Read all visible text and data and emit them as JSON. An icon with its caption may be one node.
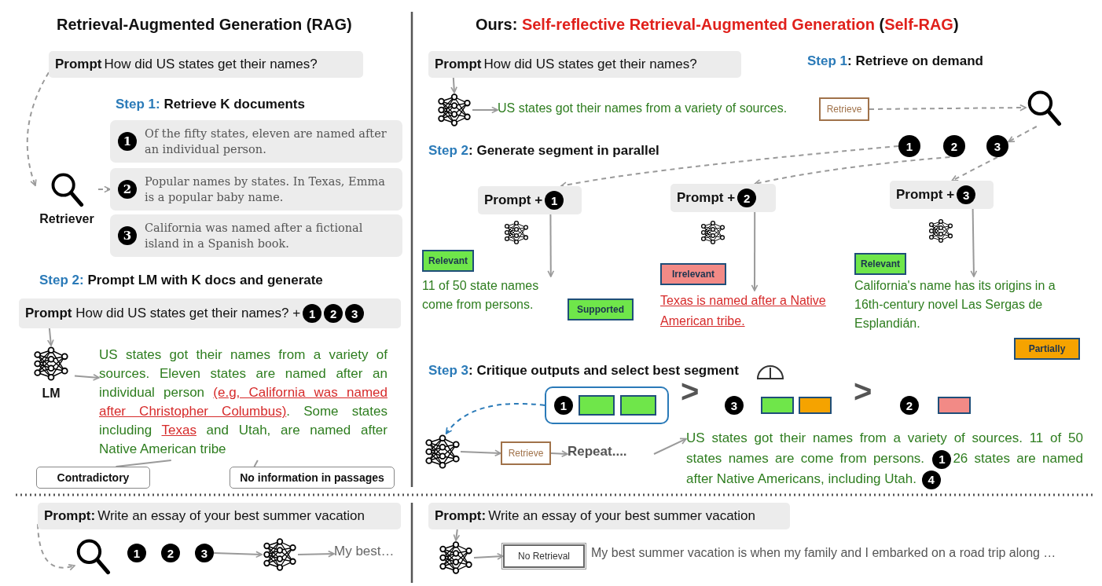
{
  "diagram": {
    "nodes": [
      {
        "text": [
          "**Prompt** How did US states get their names?"
        ]
      },
      {
        "text": [
          "Retriever"
        ]
      },
      {
        "text": [
          "Of the fifty states, eleven are named after an individual person."
        ]
      },
      {
        "text": [
          "1"
        ],
        "in": 2
      },
      {
        "text": [
          "Popular names by states. In Texas, Emma is a popular baby name."
        ]
      },
      {
        "text": [
          "2"
        ],
        "in": 4
      },
      {
        "text": [
          "California was named after a fictional island in a Spanish book."
        ]
      },
      {
        "text": [
          "3"
        ],
        "in": 6
      },
      {
        "text": [
          "**Prompt** How did US states get their names? +"
        ]
      },
      {
        "text": [
          "1"
        ],
        "in": 8
      },
      {
        "text": [
          "2"
        ],
        "in": 8
      },
      {
        "text": [
          "3"
        ],
        "in": 8
      },
      {
        "text": [
          "LM"
        ]
      },
      {
        "text": [
          "US states got their names from a variety of sources. Eleven states are named after an individual person *(e.g, California was named after Christopher Columbus)*. Some states including *Texas* and Utah, are named after Native American tribe"
        ]
      },
      {
        "text": [
          "Contradictory"
        ]
      },
      {
        "text": [
          "No information in passages"
        ]
      },
      {
        "text": [
          "**Prompt:** Write an essay of your best summer vacation"
        ]
      },
      {
        "text": [],
        "shape": "magnifier"
      },
      {
        "text": [
          "1"
        ]
      },
      {
        "text": [
          "2"
        ]
      },
      {
        "text": [
          "3"
        ]
      },
      {
        "text": [],
        "shape": "network"
      },
      {
        "text": [
          "My best…"
        ]
      },
      {
        "text": [
          "**Prompt** How did US states get their names?"
        ]
      },
      {
        "text": [],
        "shape": "network"
      },
      {
        "text": [
          "US states got their names from a variety of sources."
        ]
      },
      {
        "text": [
          "Retrieve"
        ]
      },
      {
        "text": [],
        "shape": "magnifier"
      },
      {
        "text": [
          "1"
        ]
      },
      {
        "text": [
          "2"
        ]
      },
      {
        "text": [
          "3"
        ]
      },
      {
        "text": [
          "Prompt +"
        ]
      },
      {
        "text": [
          "1"
        ],
        "in": 31
      },
      {
        "text": [
          "Prompt +"
        ]
      },
      {
        "text": [
          "2"
        ],
        "in": 33
      },
      {
        "text": [
          "Prompt +"
        ]
      },
      {
        "text": [
          "3"
        ],
        "in": 35
      },
      {
        "text": [],
        "shape": "network"
      },
      {
        "text": [],
        "shape": "network"
      },
      {
        "text": [],
        "shape": "network"
      },
      {
        "text": [
          "Relevant"
        ]
      },
      {
        "text": [
          "11 of 50 state names come from persons."
        ]
      },
      {
        "text": [
          "Supported"
        ]
      },
      {
        "text": [
          "Irrelevant"
        ]
      },
      {
        "text": [
          "Texas is named after a Native American tribe."
        ]
      },
      {
        "text": [
          "Relevant"
        ]
      },
      {
        "text": [
          "California's name has its origins in a 16th-century novel Las Sergas de Esplandián."
        ]
      },
      {
        "text": [
          "Partially"
        ]
      },
      {
        "text": [],
        "shape": "box"
      },
      {
        "text": [
          "1"
        ],
        "in": 48
      },
      {
        "text": [],
        "shape": "box",
        "in": 48
      },
      {
        "text": [],
        "shape": "box",
        "in": 48
      },
      {
        "text": [
          "3"
        ]
      },
      {
        "text": [],
        "shape": "box"
      },
      {
        "text": [],
        "shape": "box"
      },
      {
        "text": [
          "2"
        ]
      },
      {
        "text": [],
        "shape": "box"
      },
      {
        "text": [],
        "shape": "network"
      },
      {
        "text": [
          "Retrieve"
        ]
      },
      {
        "text": [
          "Repeat...."
        ]
      },
      {
        "text": [
          "US states got their names from a variety of sources. 11 of 50 states names are come from persons.",
          "26 states are named after Native Americans, including Utah."
        ]
      },
      {
        "text": [
          "1"
        ],
        "in": 60
      },
      {
        "text": [
          "4"
        ],
        "in": 60
      },
      {
        "text": [
          "**Prompt:** Write an essay of your best summer vacation"
        ]
      },
      {
        "text": [],
        "shape": "network"
      },
      {
        "text": [
          "No Retrieval"
        ]
      },
      {
        "text": [
          "My best summer vacation is when my family and I embarked on a road trip along …"
        ]
      }
    ],
    "edges": [
      {
        "from": 0,
        "to": 1,
        "arrow": "to",
        "style": "dashed"
      },
      {
        "from": 1,
        "to": 4,
        "arrow": "to",
        "style": "dashed"
      },
      {
        "from": 8,
        "to": 12,
        "arrow": "to"
      },
      {
        "from": 12,
        "to": 13,
        "arrow": "to"
      },
      {
        "from": 14,
        "to": 13,
        "arrow": "none"
      },
      {
        "from": 15,
        "to": 13,
        "arrow": "none"
      },
      {
        "from": 16,
        "to": 17,
        "arrow": "to",
        "style": "dashed"
      },
      {
        "from": 20,
        "to": 21,
        "arrow": "to"
      },
      {
        "from": 21,
        "to": 22,
        "arrow": "to"
      },
      {
        "from": 23,
        "to": 24,
        "arrow": "to"
      },
      {
        "from": 24,
        "to": 25,
        "arrow": "to"
      },
      {
        "from": 26,
        "to": 27,
        "arrow": "to",
        "style": "dashed"
      },
      {
        "from": 27,
        "to": 30,
        "arrow": "to",
        "style": "dashed"
      },
      {
        "from": 28,
        "to": 31,
        "arrow": "to",
        "style": "dashed"
      },
      {
        "from": 29,
        "to": 33,
        "arrow": "to",
        "style": "dashed"
      },
      {
        "from": 30,
        "to": 35,
        "arrow": "to",
        "style": "dashed"
      },
      {
        "from": 31,
        "to": 41,
        "arrow": "to"
      },
      {
        "from": 33,
        "to": 44,
        "arrow": "to"
      },
      {
        "from": 35,
        "to": 46,
        "arrow": "to"
      },
      {
        "from": 48,
        "to": 57,
        "arrow": "to",
        "style": "dashed",
        "color": "#2a7ab8"
      },
      {
        "from": 57,
        "to": 58,
        "arrow": "to"
      },
      {
        "from": 58,
        "to": 59,
        "arrow": "to"
      },
      {
        "from": 59,
        "to": 60,
        "arrow": "to"
      },
      {
        "from": 63,
        "to": 64,
        "arrow": "to"
      },
      {
        "from": 64,
        "to": 65,
        "arrow": "to"
      }
    ],
    "labels": [
      "Retrieval-Augmented Generation (RAG)",
      "Ours: *Self-reflective Retrieval-Augmented Generation* (*Self-RAG*)",
      "*Step 1:* Retrieve K documents",
      "*Step 1*: Retrieve on demand",
      "*Step 2*: Generate segment in parallel",
      "*Step 2:* Prompt LM with K docs and generate",
      "*Step 3*: Critique outputs and select best segment",
      ">",
      ">"
    ]
  }
}
